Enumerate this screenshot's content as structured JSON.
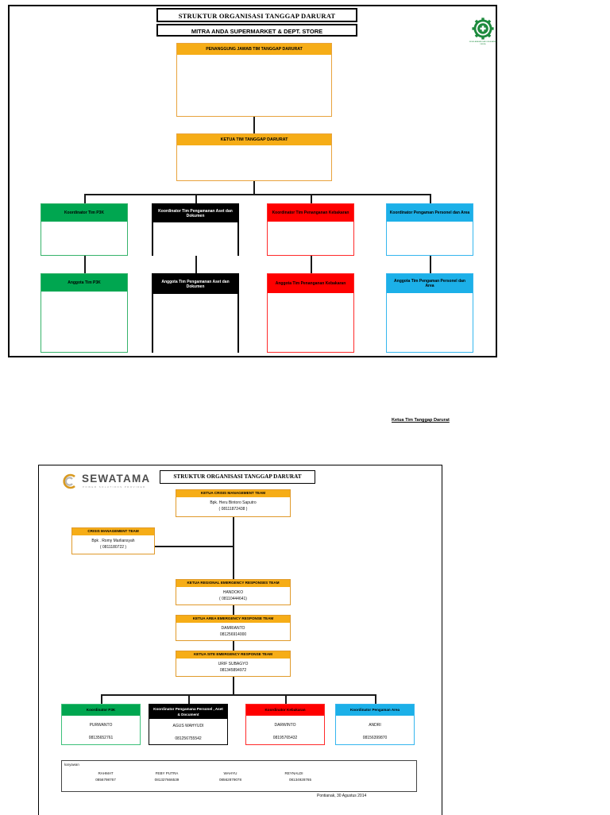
{
  "page1": {
    "title": "STRUKTUR ORGANISASI TANGGAP DARURAT",
    "subtitle": "MITRA ANDA SUPERMARKET & DEPT. STORE",
    "logo": {
      "name": "k3-safety-gear-icon",
      "caption": "KESELAMATAN DAN KESEHATAN KERJA",
      "color": "#1d8a3d"
    },
    "nodes": {
      "penanggung_jawab": "PENANGGUNG JAWAB TIM TANGGAP DARURAT",
      "ketua": "KETUA TIM TANGGAP DARURAT",
      "koordinator": [
        {
          "label": "Koordinator  Tim P3K",
          "color": "#00a650",
          "theme": "green"
        },
        {
          "label": "Koordinator Tim Pengamanan Aset dan Dokumen",
          "color": "#000000",
          "theme": "black"
        },
        {
          "label": "Koordinator Tim Penanganan Kebakaran",
          "color": "#ff0000",
          "theme": "red"
        },
        {
          "label": "Koordinator Pengaman Personel dan  Area",
          "color": "#1cb0e8",
          "theme": "blue"
        }
      ],
      "anggota": [
        {
          "label": "Anggota  Tim P3K",
          "color": "#00a650",
          "theme": "green"
        },
        {
          "label": "Anggota Tim Pengamanan Aset dan Dokumen",
          "color": "#000000",
          "theme": "black"
        },
        {
          "label": "Anggota Tim Penanganan Kebakaran",
          "color": "#ff0000",
          "theme": "red"
        },
        {
          "label": "Anggota Tim Pengaman Personel dan  Area",
          "color": "#1cb0e8",
          "theme": "blue"
        }
      ]
    }
  },
  "middle_label": "Ketua Tim Tanggap Darurat",
  "page2": {
    "title": "STRUKTUR ORGANISASI TANGGAP DARURAT",
    "logo": {
      "word": "SEWATAMA",
      "tagline": "POWER SOLUTIONS PROVIDER"
    },
    "ketua_crisis": {
      "header": "KETUA  CRISIS MANAGEMENT TEAM",
      "name": "Bpk. Heru Bintoro Saputro",
      "phone": "( 08111872438  )"
    },
    "crisis_team": {
      "header": "CRISIS MANAGEMENT TEAM",
      "name": "Bpk . Romy Marliansyah",
      "phone": "( 0811180722 )"
    },
    "regional": {
      "header": "KETUA REGIONAL EMERGENCY RESPONSES TEAM",
      "name": "HANDOKO",
      "phone": "( 08110444641)"
    },
    "area": {
      "header": "KETUA AREA EMERGENCY RESPONSE TEAM",
      "name": "DAMRIANTO",
      "phone": "081256914000"
    },
    "site": {
      "header": "KETUA SITE EMERGENCY RESPONSE TEAM",
      "name": "URIF SUBAGYO",
      "phone": "081345894972"
    },
    "coordinators": [
      {
        "header": "Koordinator P3K",
        "name": "PURWANTO",
        "phone": "08135652761",
        "theme": "green"
      },
      {
        "header": "Koordinator Pengamana Personel , Aset & Document",
        "name": "AGUS WAHYUDI",
        "phone": "081256755542",
        "theme": "black"
      },
      {
        "header": "Koordinator Kebakaran",
        "name": "DARWINTO",
        "phone": "08195765432",
        "theme": "red"
      },
      {
        "header": "Koordinator Pengaman Area",
        "name": "ANDRI",
        "phone": "08156399870",
        "theme": "blue"
      }
    ],
    "karyawan": {
      "label": "karyawan",
      "members": [
        {
          "name": "RAHMAT",
          "phone": "0856798767"
        },
        {
          "name": "FEBY PUTRA",
          "phone": "081327666539"
        },
        {
          "name": "WAHYU",
          "phone": "08562879078"
        },
        {
          "name": "REYNALDI",
          "phone": "08134928765"
        }
      ]
    },
    "datestamp": "Pontianak, 30 Agustus 2014"
  }
}
